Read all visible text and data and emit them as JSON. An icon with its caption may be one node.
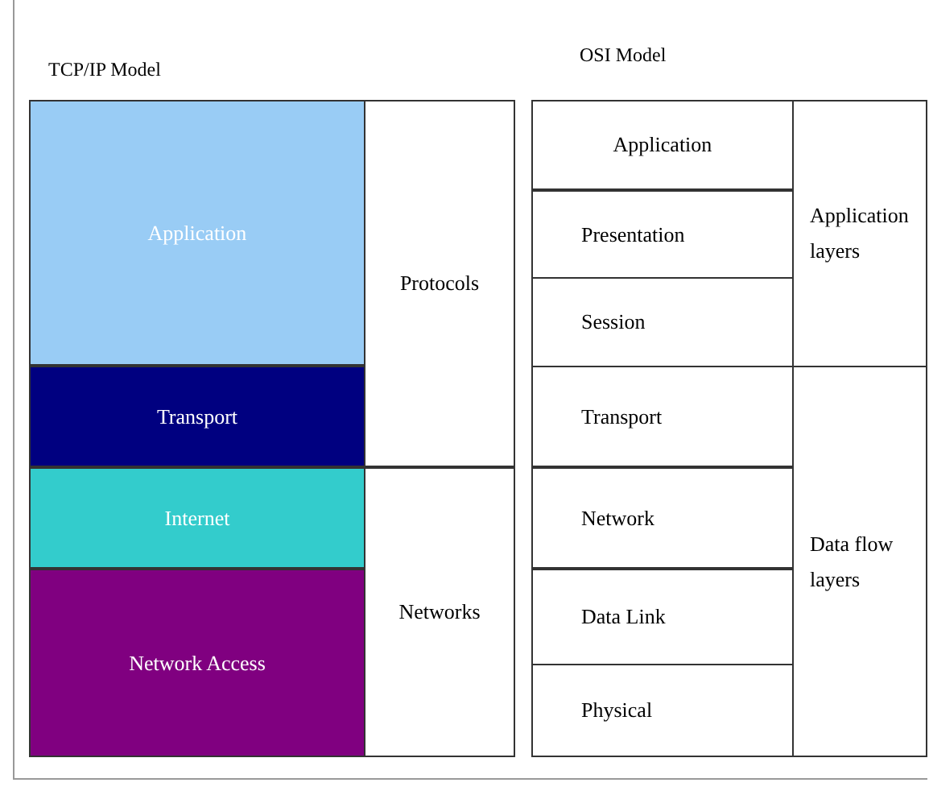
{
  "diagram": {
    "nodes": [
      {
        "text": [
          "Application"
        ]
      },
      {
        "text": [
          "Transport"
        ]
      },
      {
        "text": [
          "Internet"
        ]
      },
      {
        "text": [
          "Network Access"
        ]
      },
      {
        "text": [
          "Protocols"
        ]
      },
      {
        "text": [
          "Networks"
        ]
      },
      {
        "text": [
          "Application"
        ]
      },
      {
        "text": [
          "Presentation"
        ]
      },
      {
        "text": [
          "Session"
        ]
      },
      {
        "text": [
          "Transport"
        ]
      },
      {
        "text": [
          "Network"
        ]
      },
      {
        "text": [
          "Data Link"
        ]
      },
      {
        "text": [
          "Physical"
        ]
      },
      {
        "text": [
          "Application layers"
        ]
      },
      {
        "text": [
          "Data flow layers"
        ]
      }
    ],
    "labels": [
      "TCP/IP Model",
      "OSI Model"
    ]
  }
}
